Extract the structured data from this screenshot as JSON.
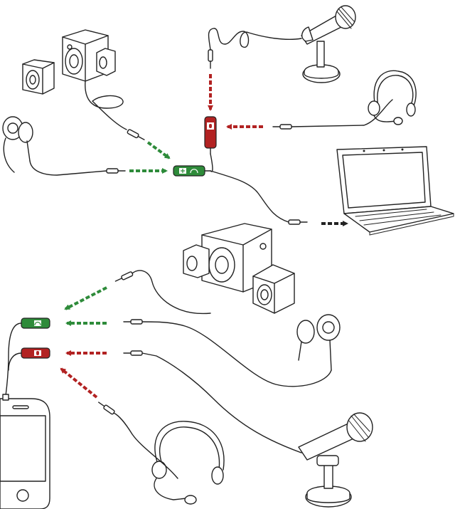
{
  "colors": {
    "headphone_path": "#2e8b3a",
    "mic_path": "#b22222",
    "output_path": "#222222",
    "line": "#222222",
    "background": "#ffffff"
  },
  "adapters": {
    "top_splitter_connector_icon": "headphone-mic-icon",
    "bottom_headphone_connector_icon": "headphone-icon",
    "bottom_mic_connector_icon": "microphone-icon"
  },
  "devices": {
    "top": [
      "speakers",
      "earbuds",
      "desktop-microphone",
      "headset-microphone",
      "splitter-adapter",
      "laptop"
    ],
    "bottom": [
      "speakers",
      "earbuds",
      "desktop-microphone",
      "headset-microphone",
      "y-splitter-adapter",
      "smartphone"
    ]
  }
}
